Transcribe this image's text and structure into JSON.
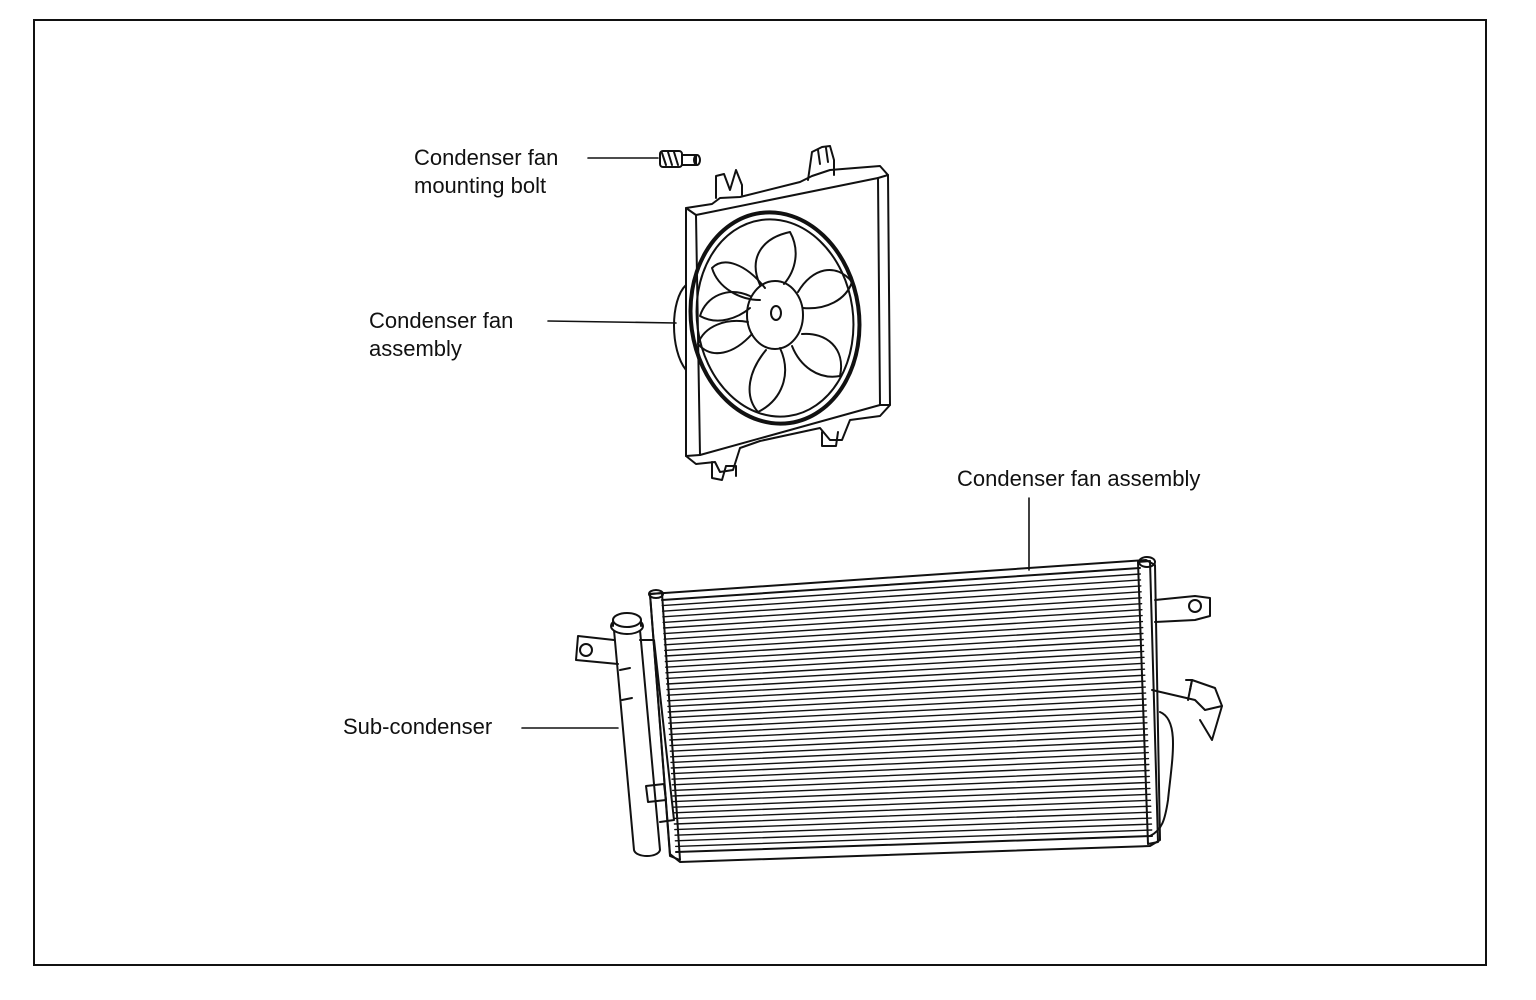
{
  "diagram": {
    "labels": {
      "mounting_bolt": [
        "Condenser fan",
        "mounting bolt"
      ],
      "fan_assembly": [
        "Condenser fan",
        "assembly"
      ],
      "condenser_fan_assembly": "Condenser fan assembly",
      "sub_condenser": "Sub-condenser"
    }
  },
  "colors": {
    "line": "#111111",
    "background": "#ffffff"
  }
}
